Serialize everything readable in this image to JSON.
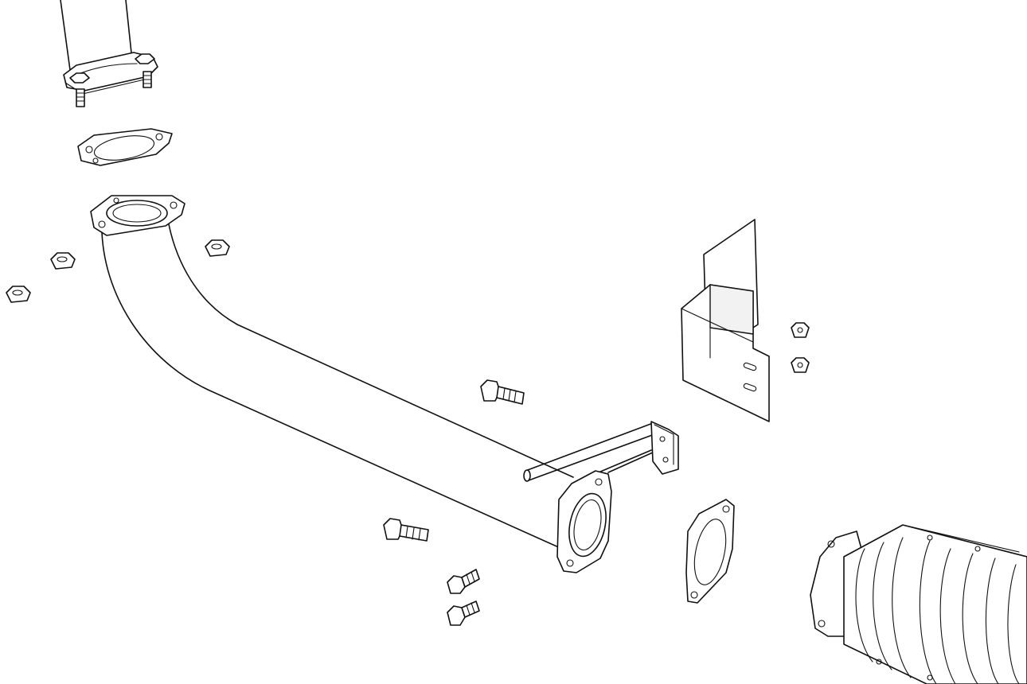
{
  "diagram": {
    "parts": [
      {
        "id": "upstream-pipe",
        "icon": "exhaust-pipe-icon"
      },
      {
        "id": "upper-gasket",
        "icon": "gasket-icon"
      },
      {
        "id": "front-pipe",
        "icon": "exhaust-pipe-icon"
      },
      {
        "id": "flange-nut",
        "icon": "nut-icon",
        "count": 3
      },
      {
        "id": "mounting-bracket",
        "icon": "bracket-icon"
      },
      {
        "id": "bracket-nut",
        "icon": "nut-icon",
        "count": 2
      },
      {
        "id": "hex-bolt",
        "icon": "bolt-icon",
        "count": 4
      },
      {
        "id": "lower-gasket",
        "icon": "gasket-icon"
      },
      {
        "id": "catalytic-converter",
        "icon": "catalytic-converter-icon"
      }
    ],
    "line_color": "#111111",
    "background_color": "#ffffff"
  }
}
